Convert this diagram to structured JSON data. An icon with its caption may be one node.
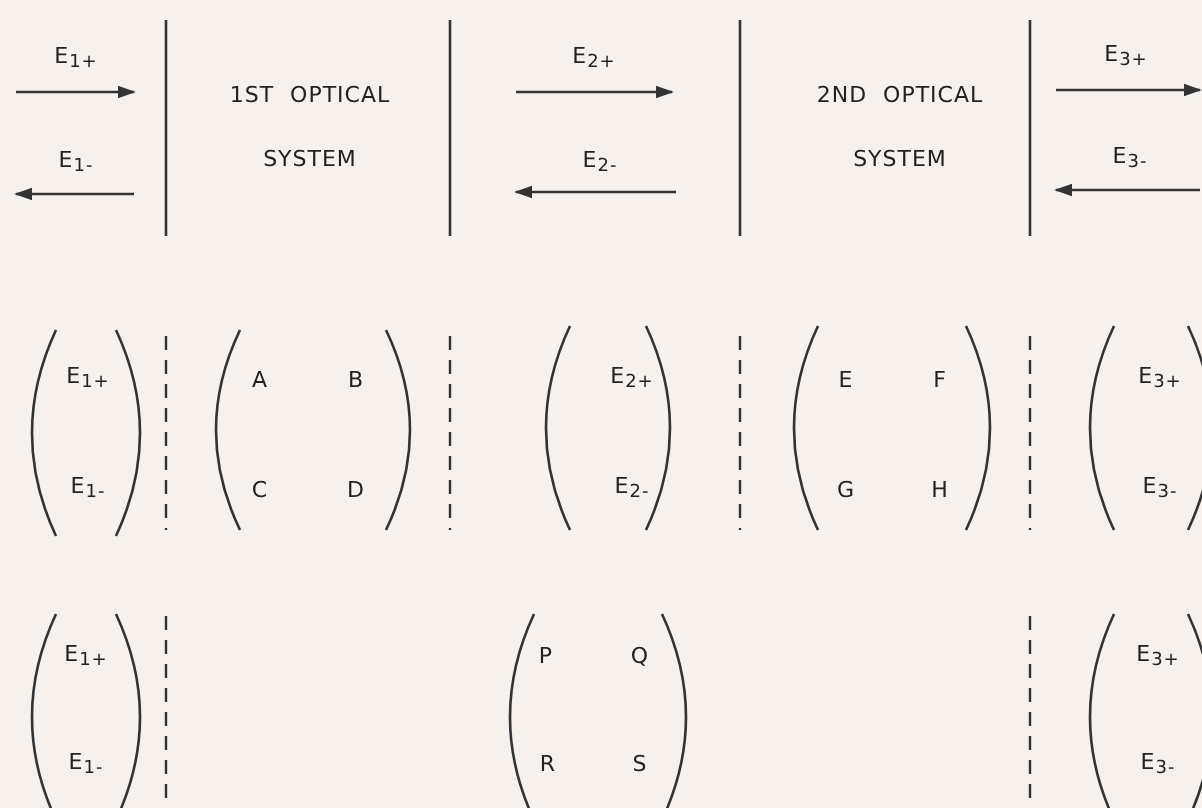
{
  "diagram": {
    "labels": [
      "E$_{1+}$",
      "E$_{1-}$",
      "1ST OPTICAL SYSTEM",
      "E$_{2+}$",
      "E$_{2-}$",
      "2ND OPTICAL SYSTEM",
      "E$_{3+}$",
      "E$_{3-}$",
      "E$_{1+}$",
      "E$_{1-}$",
      "A",
      "B",
      "C",
      "D",
      "E$_{2+}$",
      "E$_{2-}$",
      "E",
      "F",
      "G",
      "H",
      "E$_{3+}$",
      "E$_{3-}$",
      "E$_{1+}$",
      "E$_{1-}$",
      "P",
      "Q",
      "R",
      "S",
      "E$_{3+}$",
      "E$_{3-}$"
    ]
  }
}
